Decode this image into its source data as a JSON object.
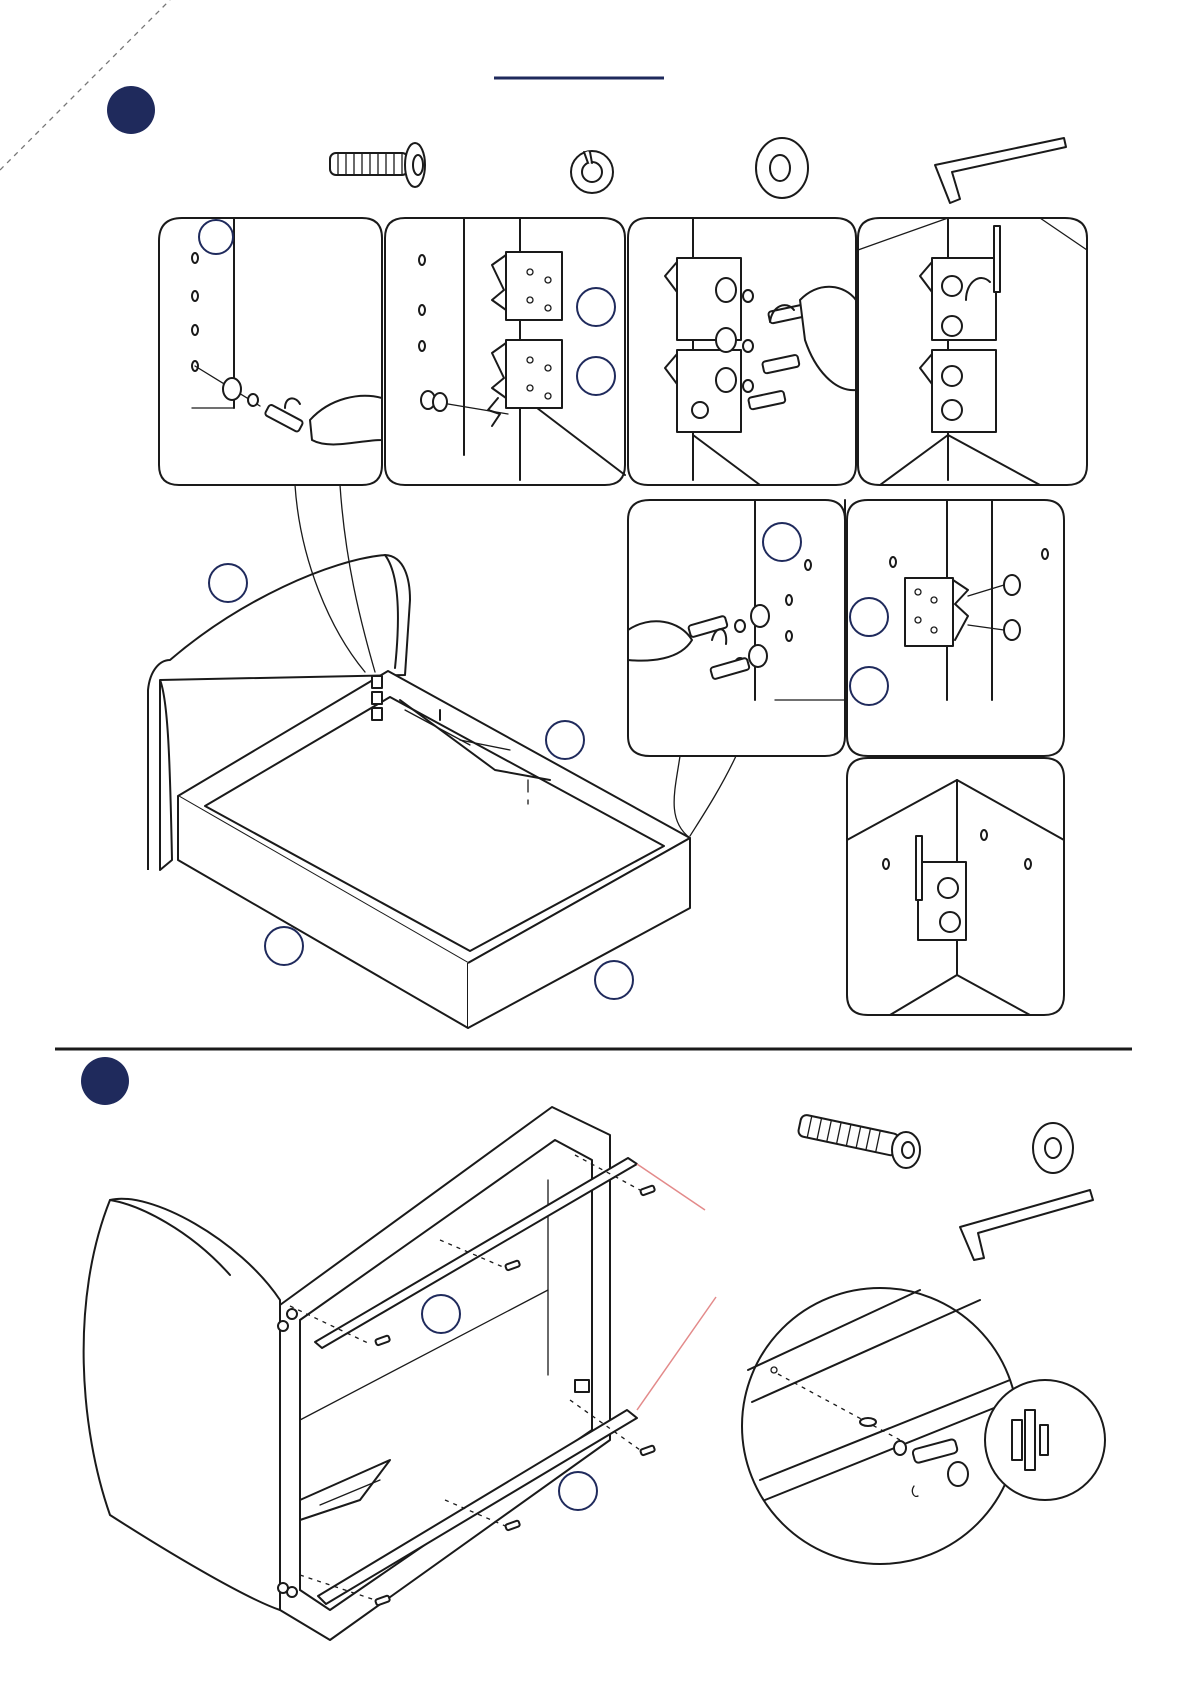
{
  "document": {
    "brand_color": "#1f2a5c",
    "title_underline": "",
    "steps": [
      {
        "number": "",
        "name": "step-1"
      },
      {
        "number": "",
        "name": "step-2"
      }
    ]
  },
  "step1": {
    "hardware": [
      "bolt-icon",
      "spring-washer-icon",
      "flat-washer-icon",
      "allen-key-icon"
    ],
    "panels": [
      "detail-panel-1",
      "detail-panel-2",
      "detail-panel-3",
      "detail-panel-4",
      "detail-panel-5",
      "detail-panel-6",
      "detail-panel-7"
    ],
    "overview": "bed-frame-overview"
  },
  "step2": {
    "hardware": [
      "bolt-icon",
      "flat-washer-icon",
      "allen-key-icon"
    ],
    "overview": "bed-frame-rails",
    "detail": "rail-detail-magnifier"
  }
}
